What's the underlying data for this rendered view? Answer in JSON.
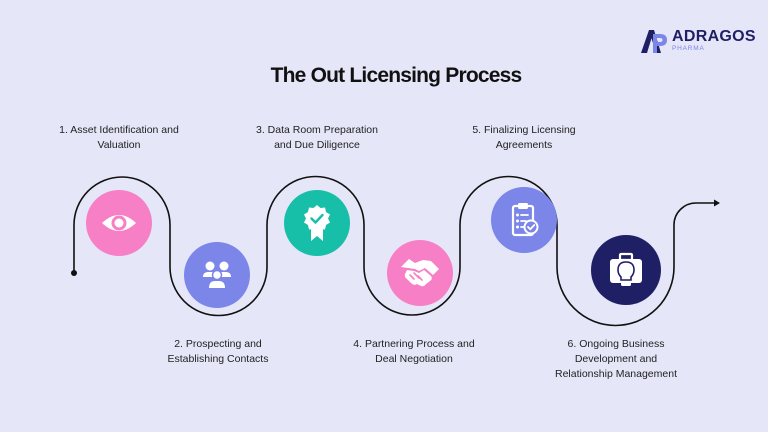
{
  "brand": {
    "name": "ADRAGOS",
    "subtitle": "PHARMA",
    "colors": {
      "dark": "#1f1f66",
      "light": "#7b86e8"
    }
  },
  "title": "The Out Licensing Process",
  "colors": {
    "background": "#e6e6f9",
    "path": "#111111",
    "pink": "#f77fc6",
    "periwinkle": "#7b86e8",
    "teal": "#17bfa9",
    "navy": "#1f1f66"
  },
  "steps": [
    {
      "number": 1,
      "label": "1. Asset Identification and Valuation",
      "icon": "eye-icon",
      "color": "#f77fc6",
      "position": "top"
    },
    {
      "number": 2,
      "label": "2. Prospecting and Establishing Contacts",
      "icon": "people-group-icon",
      "color": "#7b86e8",
      "position": "bottom"
    },
    {
      "number": 3,
      "label": "3. Data Room Preparation and Due Diligence",
      "icon": "award-badge-check-icon",
      "color": "#17bfa9",
      "position": "top"
    },
    {
      "number": 4,
      "label": "4. Partnering Process and Deal Negotiation",
      "icon": "handshake-icon",
      "color": "#f77fc6",
      "position": "bottom"
    },
    {
      "number": 5,
      "label": "5. Finalizing Licensing Agreements",
      "icon": "clipboard-check-icon",
      "color": "#7b86e8",
      "position": "top"
    },
    {
      "number": 6,
      "label": "6. Ongoing Business Development and Relationship Management",
      "icon": "briefcase-lightbulb-icon",
      "color": "#1f1f66",
      "position": "bottom"
    }
  ]
}
